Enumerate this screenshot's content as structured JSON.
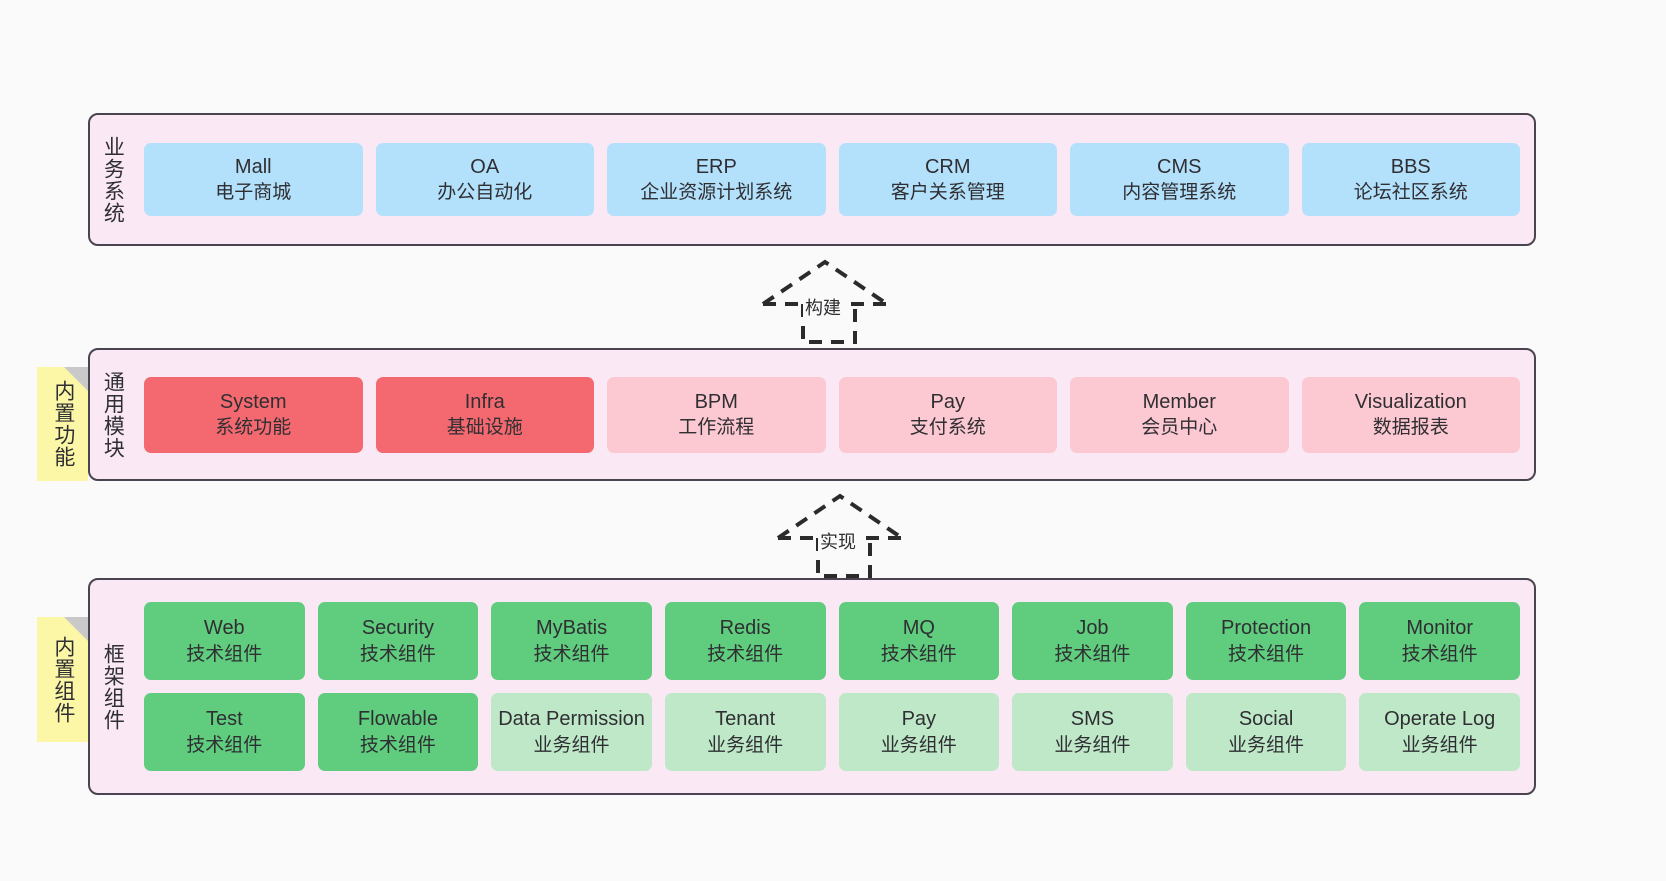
{
  "diagram": {
    "background_color": "#fafafa",
    "layer_fill": "#fae9f4",
    "layer_border": "#4a4450",
    "note_fill": "#fbf7a6"
  },
  "layers": [
    {
      "id": "business-system",
      "title": "业务系统",
      "note": null,
      "rows": [
        {
          "nodes": [
            {
              "name": "Mall",
              "sub": "电子商城",
              "color": "#b3e0fb",
              "style": "blue"
            },
            {
              "name": "OA",
              "sub": "办公自动化",
              "color": "#b3e0fb",
              "style": "blue"
            },
            {
              "name": "ERP",
              "sub": "企业资源计划系统",
              "color": "#b3e0fb",
              "style": "blue"
            },
            {
              "name": "CRM",
              "sub": "客户关系管理",
              "color": "#b3e0fb",
              "style": "blue"
            },
            {
              "name": "CMS",
              "sub": "内容管理系统",
              "color": "#b3e0fb",
              "style": "blue"
            },
            {
              "name": "BBS",
              "sub": "论坛社区系统",
              "color": "#b3e0fb",
              "style": "blue"
            }
          ]
        }
      ]
    },
    {
      "id": "common-module",
      "title": "通用模块",
      "note": "内置功能",
      "rows": [
        {
          "nodes": [
            {
              "name": "System",
              "sub": "系统功能",
              "color": "#f3696f",
              "style": "red"
            },
            {
              "name": "Infra",
              "sub": "基础设施",
              "color": "#f3696f",
              "style": "red"
            },
            {
              "name": "BPM",
              "sub": "工作流程",
              "color": "#fcc8d2",
              "style": "pink"
            },
            {
              "name": "Pay",
              "sub": "支付系统",
              "color": "#fcc8d2",
              "style": "pink"
            },
            {
              "name": "Member",
              "sub": "会员中心",
              "color": "#fcc8d2",
              "style": "pink"
            },
            {
              "name": "Visualization",
              "sub": "数据报表",
              "color": "#fcc8d2",
              "style": "pink"
            }
          ]
        }
      ]
    },
    {
      "id": "framework-component",
      "title": "框架组件",
      "note": "内置组件",
      "rows": [
        {
          "nodes": [
            {
              "name": "Web",
              "sub": "技术组件",
              "color": "#5fcc7e",
              "style": "green"
            },
            {
              "name": "Security",
              "sub": "技术组件",
              "color": "#5fcc7e",
              "style": "green"
            },
            {
              "name": "MyBatis",
              "sub": "技术组件",
              "color": "#5fcc7e",
              "style": "green"
            },
            {
              "name": "Redis",
              "sub": "技术组件",
              "color": "#5fcc7e",
              "style": "green"
            },
            {
              "name": "MQ",
              "sub": "技术组件",
              "color": "#5fcc7e",
              "style": "green"
            },
            {
              "name": "Job",
              "sub": "技术组件",
              "color": "#5fcc7e",
              "style": "green"
            },
            {
              "name": "Protection",
              "sub": "技术组件",
              "color": "#5fcc7e",
              "style": "green"
            },
            {
              "name": "Monitor",
              "sub": "技术组件",
              "color": "#5fcc7e",
              "style": "green"
            }
          ]
        },
        {
          "nodes": [
            {
              "name": "Test",
              "sub": "技术组件",
              "color": "#5fcc7e",
              "style": "green"
            },
            {
              "name": "Flowable",
              "sub": "技术组件",
              "color": "#5fcc7e",
              "style": "green"
            },
            {
              "name": "Data Permission",
              "sub": "业务组件",
              "color": "#bfe8c8",
              "style": "lgreen",
              "wrap": true
            },
            {
              "name": "Tenant",
              "sub": "业务组件",
              "color": "#bfe8c8",
              "style": "lgreen"
            },
            {
              "name": "Pay",
              "sub": "业务组件",
              "color": "#bfe8c8",
              "style": "lgreen"
            },
            {
              "name": "SMS",
              "sub": "业务组件",
              "color": "#bfe8c8",
              "style": "lgreen"
            },
            {
              "name": "Social",
              "sub": "业务组件",
              "color": "#bfe8c8",
              "style": "lgreen"
            },
            {
              "name": "Operate Log",
              "sub": "业务组件",
              "color": "#bfe8c8",
              "style": "lgreen"
            }
          ]
        }
      ]
    }
  ],
  "connectors": [
    {
      "id": "build",
      "label": "构建",
      "from": "common-module",
      "to": "business-system"
    },
    {
      "id": "implement",
      "label": "实现",
      "from": "framework-component",
      "to": "common-module"
    }
  ]
}
